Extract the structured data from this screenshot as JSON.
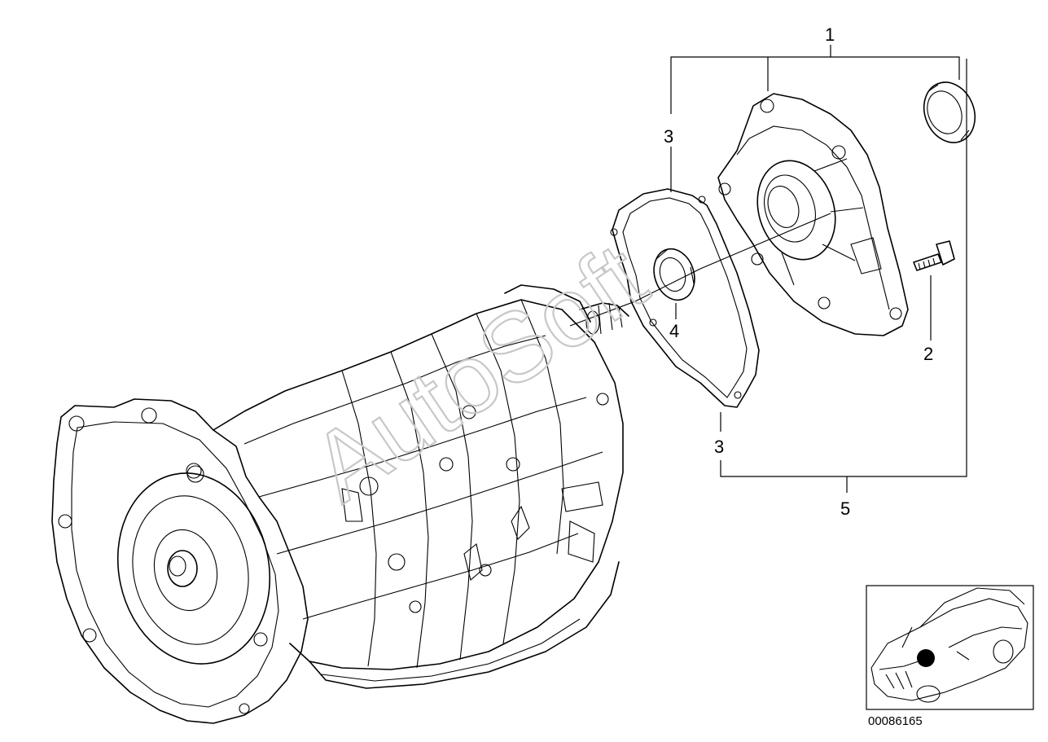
{
  "watermark": "AutoSoft",
  "callouts": {
    "c1": "1",
    "c2": "2",
    "c3_top": "3",
    "c3_bottom": "3",
    "c4": "4",
    "c5": "5"
  },
  "part_number": "00086165"
}
